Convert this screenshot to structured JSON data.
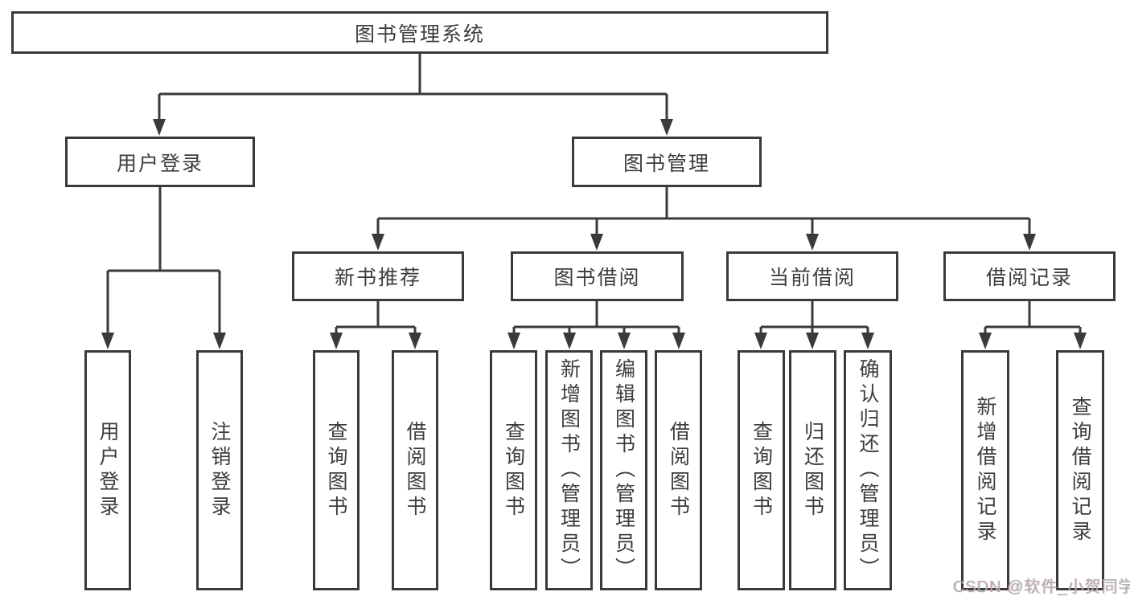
{
  "tree": {
    "root": {
      "label": "图书管理系统"
    },
    "branches": [
      {
        "label": "用户登录",
        "children": [
          {
            "label": "用户登录"
          },
          {
            "label": "注销登录"
          }
        ]
      },
      {
        "label": "图书管理",
        "children": [
          {
            "label": "新书推荐",
            "children": [
              {
                "label": "查询图书"
              },
              {
                "label": "借阅图书"
              }
            ]
          },
          {
            "label": "图书借阅",
            "children": [
              {
                "label": "查询图书"
              },
              {
                "label": "新增图书（管理员）"
              },
              {
                "label": "编辑图书（管理员）"
              },
              {
                "label": "借阅图书"
              }
            ]
          },
          {
            "label": "当前借阅",
            "children": [
              {
                "label": "查询图书"
              },
              {
                "label": "归还图书"
              },
              {
                "label": "确认归还（管理员）"
              }
            ]
          },
          {
            "label": "借阅记录",
            "children": [
              {
                "label": "新增借阅记录"
              },
              {
                "label": "查询借阅记录"
              }
            ]
          }
        ]
      }
    ]
  },
  "watermark": {
    "text": "CSDN @软件_小贺同学"
  },
  "colors": {
    "line": "#3a3a3a",
    "text": "#3d3d3d",
    "background": "#ffffff",
    "watermark": "#b1aeae"
  }
}
